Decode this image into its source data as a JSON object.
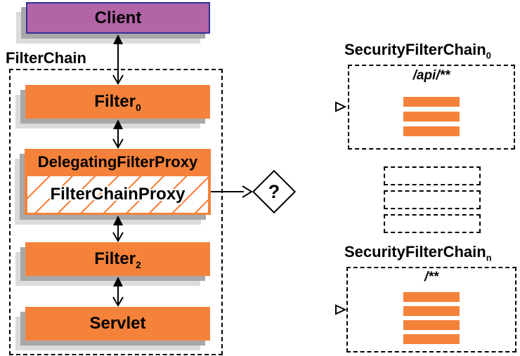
{
  "colors": {
    "orange": "#F5823B",
    "purple": "#B264A6",
    "purple_border": "#30309C",
    "shadow_near": "#A8A8A8",
    "shadow_far": "#DBDBDB",
    "line": "#000000",
    "paper": "#FFFFFF"
  },
  "client": {
    "label": "Client"
  },
  "filter_chain": {
    "title": "FilterChain",
    "nodes": [
      {
        "label": "Filter",
        "sub": "0"
      },
      {
        "label": "DelegatingFilterProxy",
        "inner_label": "FilterChainProxy"
      },
      {
        "label": "Filter",
        "sub": "2"
      },
      {
        "label": "Servlet"
      }
    ]
  },
  "decision": {
    "label": "?"
  },
  "security_filter_chains": [
    {
      "title": "SecurityFilterChain",
      "sub": "0",
      "url_pattern": "/api/**",
      "filter_count": 3
    },
    {
      "title": "SecurityFilterChain",
      "sub": "n",
      "url_pattern": "/**",
      "filter_count": 4
    }
  ],
  "ellipsis": {
    "box_count": 3
  },
  "icons": {
    "up_arrowhead": "filled-triangle-up",
    "down_arrowhead": "open-chevron-down",
    "right_arrowhead": "open-triangle-right"
  }
}
